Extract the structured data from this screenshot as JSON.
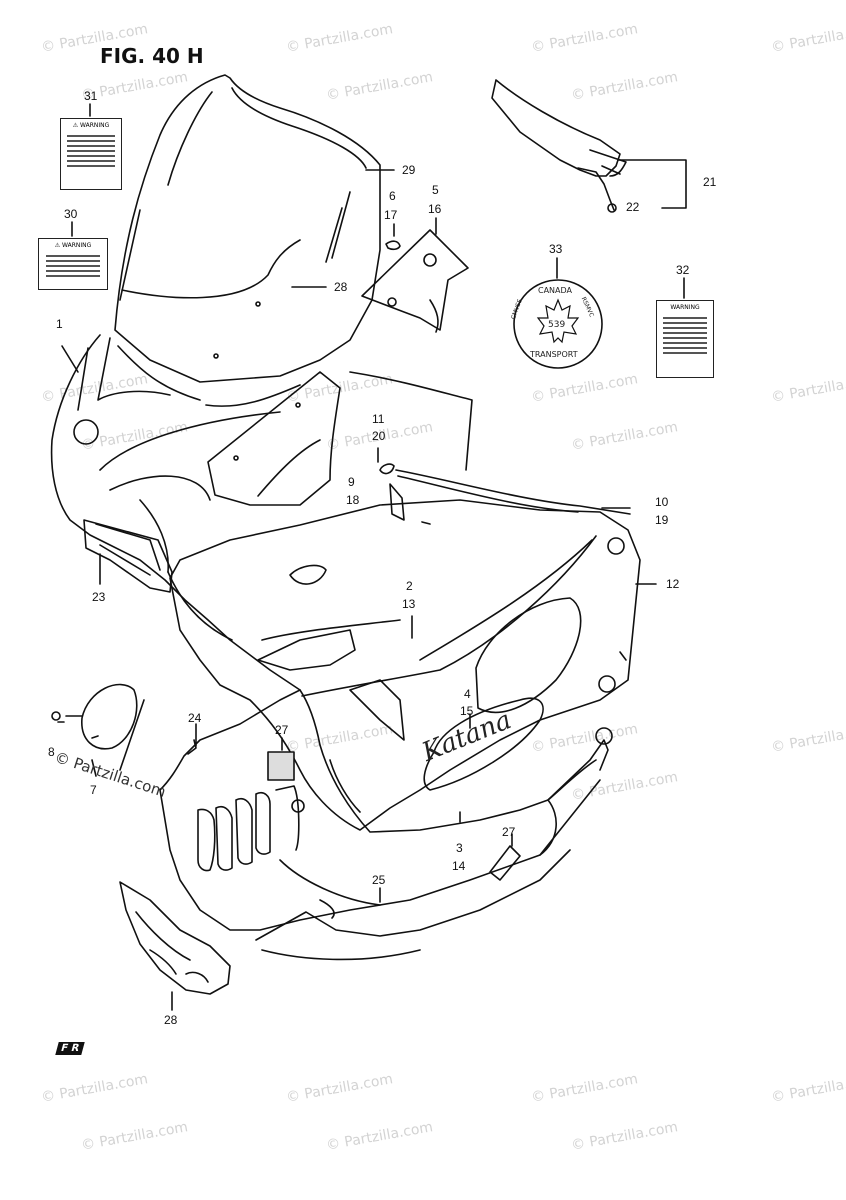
{
  "figure": {
    "title": "FIG. 40 H",
    "watermark": "© Partzilla.com",
    "watermark_inline": "© Partzilla.com",
    "front_icon": "F R"
  },
  "labels": {
    "l31": "31",
    "l30": "30",
    "l29": "29",
    "l28a": "28",
    "l1": "1",
    "l6": "6",
    "l17": "17",
    "l5": "5",
    "l16": "16",
    "l21": "21",
    "l22": "22",
    "l33": "33",
    "l32": "32",
    "l11": "11",
    "l20": "20",
    "l9": "9",
    "l18": "18",
    "l10": "10",
    "l19": "19",
    "l12": "12",
    "l23": "23",
    "l2": "2",
    "l13": "13",
    "l4": "4",
    "l15": "15",
    "l24": "24",
    "l27a": "27",
    "l7": "7",
    "l8": "8",
    "l3": "3",
    "l14": "14",
    "l27b": "27",
    "l25": "25",
    "l28b": "28"
  },
  "warning_labels": {
    "w31": "⚠ WARNING",
    "w30": "⚠ WARNING",
    "w32": "WARNING"
  },
  "badge": {
    "top": "CANADA",
    "left": "CMVSS",
    "right": "RSMVC",
    "bottom": "TRANSPORT",
    "center": "539"
  },
  "decal": {
    "text": "Katana"
  }
}
